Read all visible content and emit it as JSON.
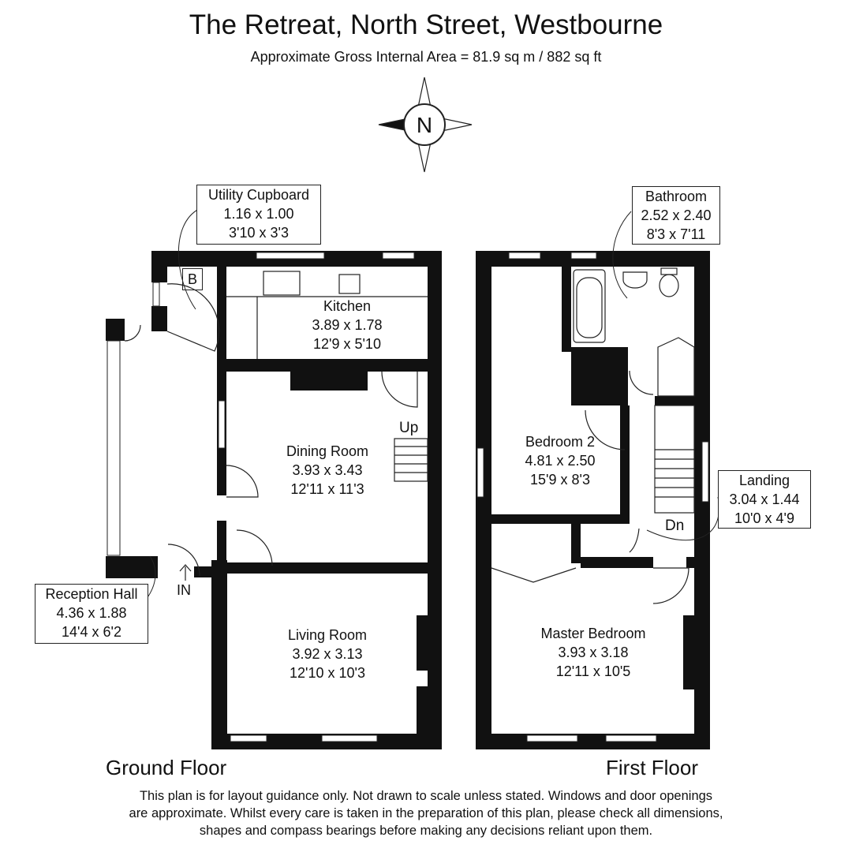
{
  "title": "The Retreat, North Street, Westbourne",
  "subtitle": "Approximate Gross Internal Area = 81.9 sq m / 882 sq ft",
  "compass": {
    "label": "N"
  },
  "ground_floor": {
    "label": "Ground Floor",
    "rooms": {
      "utility": {
        "name": "Utility Cupboard",
        "metric": "1.16 x 1.00",
        "imperial": "3'10 x 3'3"
      },
      "kitchen": {
        "name": "Kitchen",
        "metric": "3.89 x 1.78",
        "imperial": "12'9 x 5'10"
      },
      "dining": {
        "name": "Dining Room",
        "metric": "3.93 x 3.43",
        "imperial": "12'11 x 11'3"
      },
      "living": {
        "name": "Living Room",
        "metric": "3.92 x 3.13",
        "imperial": "12'10 x 10'3"
      },
      "reception": {
        "name": "Reception Hall",
        "metric": "4.36 x 1.88",
        "imperial": "14'4 x 6'2"
      }
    },
    "markers": {
      "boiler": "B",
      "stairs_up": "Up",
      "entrance": "IN"
    }
  },
  "first_floor": {
    "label": "First Floor",
    "rooms": {
      "bathroom": {
        "name": "Bathroom",
        "metric": "2.52 x 2.40",
        "imperial": "8'3 x 7'11"
      },
      "bedroom2": {
        "name": "Bedroom 2",
        "metric": "4.81 x 2.50",
        "imperial": "15'9 x 8'3"
      },
      "landing": {
        "name": "Landing",
        "metric": "3.04 x 1.44",
        "imperial": "10'0 x 4'9"
      },
      "master": {
        "name": "Master Bedroom",
        "metric": "3.93 x 3.18",
        "imperial": "12'11 x 10'5"
      }
    },
    "markers": {
      "stairs_down": "Dn"
    }
  },
  "disclaimer": {
    "line1": "This plan is for layout guidance only. Not drawn to scale unless stated. Windows and door openings",
    "line2": "are approximate. Whilst every care is taken in the preparation of this plan, please check all dimensions,",
    "line3": "shapes and compass bearings before making any decisions reliant upon them."
  }
}
